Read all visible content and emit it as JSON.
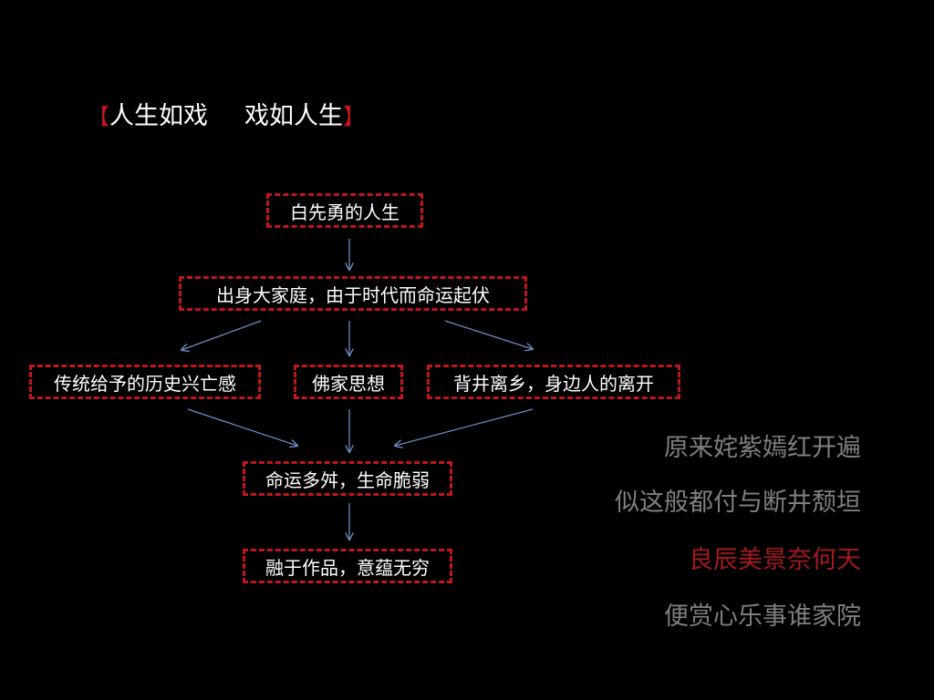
{
  "title": {
    "bracket_left": "【",
    "part1": "人生如戏",
    "part2": "戏如人生",
    "bracket_right": "】"
  },
  "flowchart": {
    "top": "白先勇的人生",
    "origin": "出身大家庭，由于时代而命运起伏",
    "cause_left": "传统给予的历史兴亡感",
    "cause_middle": "佛家思想",
    "cause_right": "背井离乡，身边人的离开",
    "result": "命运多舛，生命脆弱",
    "outcome": "融于作品，意蕴无穷"
  },
  "poem": {
    "line1": "原来姹紫嫣红开遍",
    "line2": "似这般都付与断井颓垣",
    "line3": "良辰美景奈何天",
    "line4": "便赏心乐事谁家院"
  },
  "colors": {
    "background": "#000000",
    "dash_border": "#c0161c",
    "arrow": "#6d8cc4",
    "poem_gray": "#7f7f7f",
    "poem_red": "#a31a1e"
  }
}
